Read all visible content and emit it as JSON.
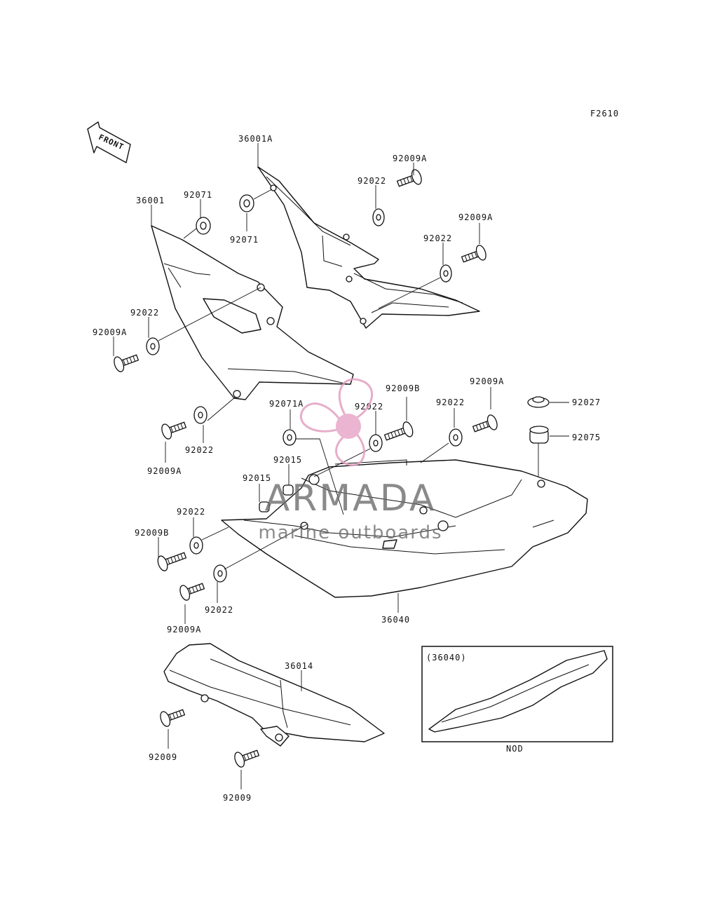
{
  "diagram": {
    "figure_code": "F2610",
    "front_arrow_label": "FRONT",
    "inset_label": "(36040)",
    "inset_caption": "NOD",
    "callouts": [
      {
        "id": "c01",
        "text": "36001A"
      },
      {
        "id": "c02",
        "text": "92009A"
      },
      {
        "id": "c03",
        "text": "92022"
      },
      {
        "id": "c04",
        "text": "36001"
      },
      {
        "id": "c05",
        "text": "92071"
      },
      {
        "id": "c06",
        "text": "92071"
      },
      {
        "id": "c07",
        "text": "92009A"
      },
      {
        "id": "c08",
        "text": "92022"
      },
      {
        "id": "c09",
        "text": "92022"
      },
      {
        "id": "c10",
        "text": "92009A"
      },
      {
        "id": "c11",
        "text": "92009A"
      },
      {
        "id": "c12",
        "text": "92022"
      },
      {
        "id": "c13",
        "text": "92071A"
      },
      {
        "id": "c14",
        "text": "92022"
      },
      {
        "id": "c15",
        "text": "92009B"
      },
      {
        "id": "c16",
        "text": "92022"
      },
      {
        "id": "c17",
        "text": "92009A"
      },
      {
        "id": "c18",
        "text": "92027"
      },
      {
        "id": "c19",
        "text": "92075"
      },
      {
        "id": "c20",
        "text": "92015"
      },
      {
        "id": "c21",
        "text": "92015"
      },
      {
        "id": "c22",
        "text": "92022"
      },
      {
        "id": "c23",
        "text": "92009B"
      },
      {
        "id": "c24",
        "text": "92022"
      },
      {
        "id": "c25",
        "text": "92009A"
      },
      {
        "id": "c26",
        "text": "36040"
      },
      {
        "id": "c27",
        "text": "36014"
      },
      {
        "id": "c28",
        "text": "92009"
      },
      {
        "id": "c29",
        "text": "92009"
      }
    ]
  },
  "watermark": {
    "brand": "ARMADA",
    "tagline": "marine outboards",
    "logo_color": "#e2a0c0",
    "text_color": "#6a6a6a"
  }
}
